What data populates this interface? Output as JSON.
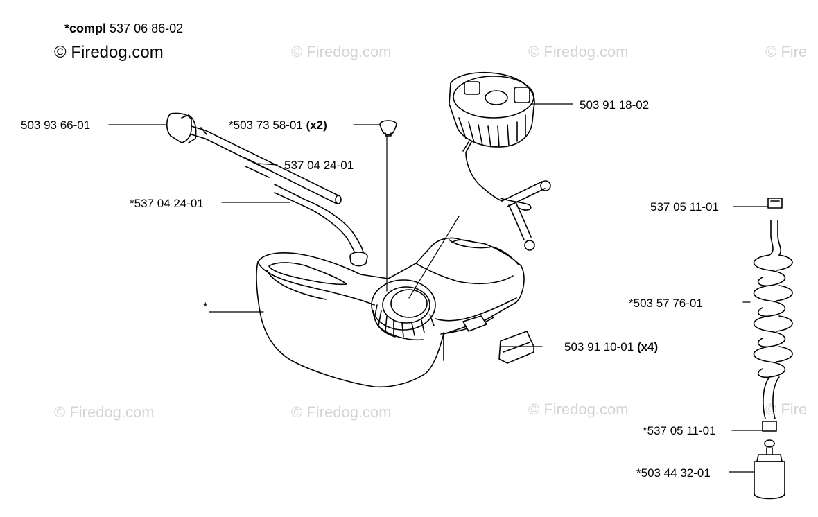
{
  "header": {
    "compl_prefix": "*compl",
    "compl_number": "537 06 86-02",
    "copyright": "© Firedog.com"
  },
  "watermark": "© Firedog.com",
  "watermark_partial": "© Fire",
  "parts": {
    "p1": "503 93 66-01",
    "p2_text": "*503 73 58-01",
    "p2_qty": "(x2)",
    "p3": "537 04 24-01",
    "p4": "*537 04 24-01",
    "p5": "*",
    "p6": "503 91 18-02",
    "p7_text": "503 91 10-01",
    "p7_qty": "(x4)",
    "p8": "537 05 11-01",
    "p9": "*503 57 76-01",
    "p10": "*537 05 11-01",
    "p11": "*503 44 32-01"
  }
}
